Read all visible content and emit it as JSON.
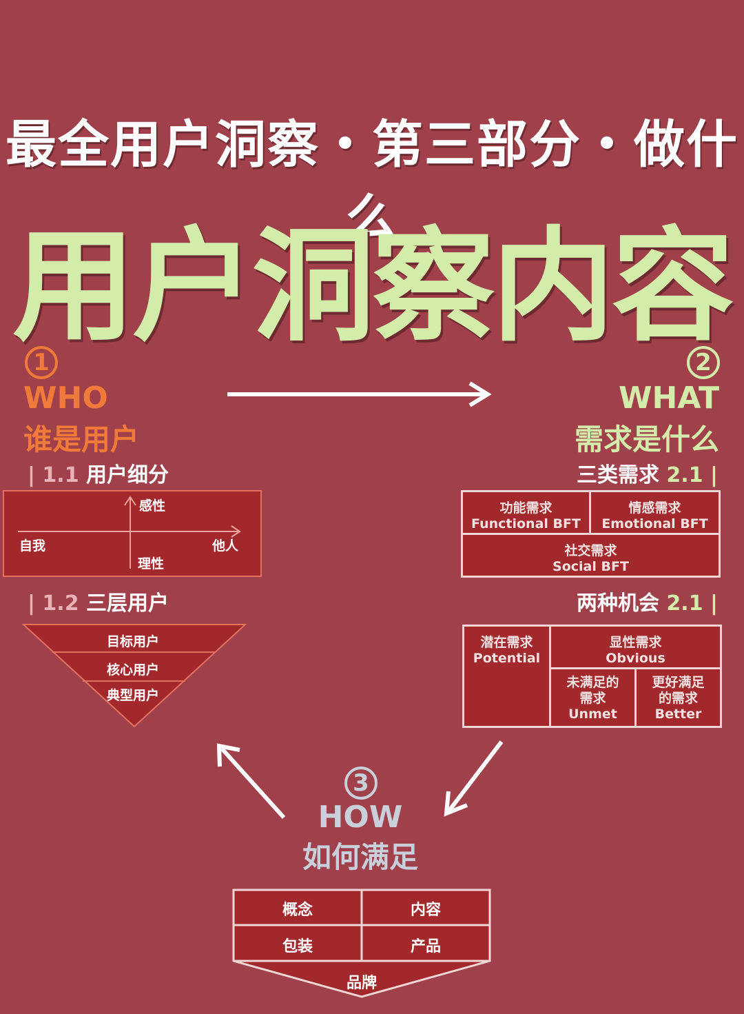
{
  "titles": {
    "subtitle": "最全用户洞察・第三部分・做什么",
    "main": "用户洞察内容"
  },
  "who": {
    "number": "1",
    "en": "WHO",
    "zh": "谁是用户",
    "sub1": {
      "num": "1.1",
      "label": "用户细分"
    },
    "axis": {
      "top": "感性",
      "bottom": "理性",
      "left": "自我",
      "right": "他人"
    },
    "sub2": {
      "num": "1.2",
      "label": "三层用户"
    },
    "layers": [
      "目标用户",
      "核心用户",
      "典型用户"
    ]
  },
  "what": {
    "number": "2",
    "en": "WHAT",
    "zh": "需求是什么",
    "sub1": {
      "label": "三类需求",
      "num": "2.1"
    },
    "needs": [
      {
        "zh": "功能需求",
        "en": "Functional BFT"
      },
      {
        "zh": "情感需求",
        "en": "Emotional BFT"
      },
      {
        "zh": "社交需求",
        "en": "Social BFT"
      }
    ],
    "sub2": {
      "label": "两种机会",
      "num": "2.1"
    },
    "opps": {
      "potential": {
        "zh": "潜在需求",
        "en": "Potential"
      },
      "obvious": {
        "zh": "显性需求",
        "en": "Obvious"
      },
      "unmet": {
        "zh1": "未满足的",
        "zh2": "需求",
        "en": "Unmet"
      },
      "better": {
        "zh1": "更好满足",
        "zh2": "的需求",
        "en": "Better"
      }
    }
  },
  "how": {
    "number": "3",
    "en": "HOW",
    "zh": "如何满足",
    "grid": [
      "概念",
      "内容",
      "包装",
      "产品"
    ],
    "bottom": "品牌"
  },
  "colors": {
    "background": "#a0404a",
    "who_accent": "#f07a3a",
    "what_accent": "#d4ecaa",
    "how_accent": "#c9d0dc",
    "box_fill": "#a3282c"
  }
}
